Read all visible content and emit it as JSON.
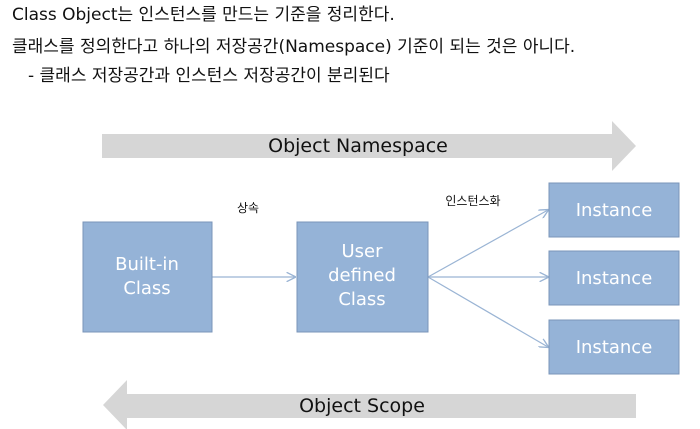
{
  "description": {
    "line1": "Class Object는 인스턴스를 만드는 기준을 정리한다.",
    "line2": "클래스를 정의한다고  하나의 저장공간(Namespace) 기준이 되는 것은 아니다.",
    "line3": "- 클래스 저장공간과 인스턴스 저장공간이 분리된다"
  },
  "diagram": {
    "top_arrow_label": "Object Namespace",
    "bottom_arrow_label": "Object Scope",
    "builtin_class": [
      "Built-in",
      "Class"
    ],
    "user_class": [
      "User",
      "defined",
      "Class"
    ],
    "instances": [
      "Instance",
      "Instance",
      "Instance"
    ],
    "inherit_label": "상속",
    "instantiate_label": "인스턴스화",
    "colors": {
      "box_fill": "#95b3d7",
      "box_text": "#ffffff",
      "band_fill": "#d6d6d6",
      "edge": "#9ab4d4"
    }
  }
}
